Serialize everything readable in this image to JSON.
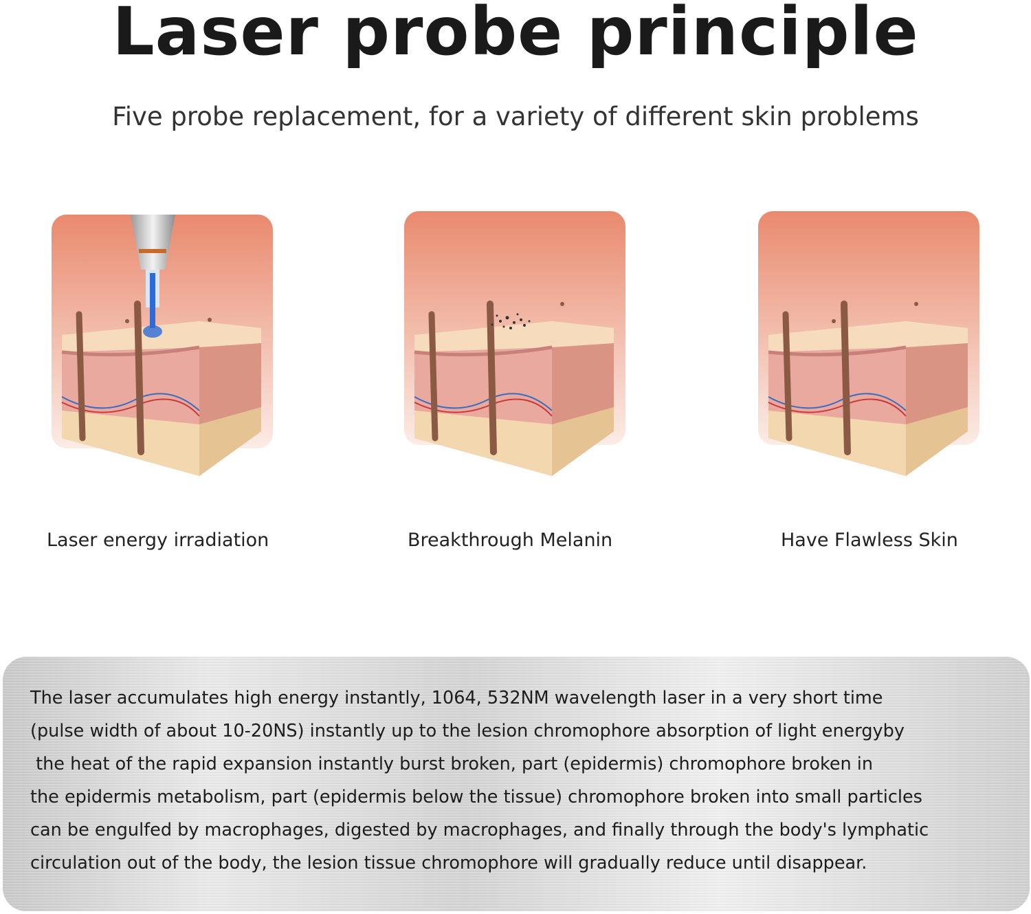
{
  "header": {
    "title": "Laser probe principle",
    "subtitle": "Five probe replacement, for a variety of different skin problems"
  },
  "panels": [
    {
      "caption": "Laser energy irradiation",
      "icon": "skin-cross-section-with-laser-probe"
    },
    {
      "caption": "Breakthrough Melanin",
      "icon": "skin-cross-section-melanin-burst"
    },
    {
      "caption": "Have Flawless Skin",
      "icon": "skin-cross-section-clear"
    }
  ],
  "description": {
    "text": "The laser accumulates high energy instantly, 1064, 532NM wavelength laser in a very short time\n(pulse width of about 10-20NS) instantly up to the lesion chromophore absorption of light energyby\n the heat of the rapid expansion instantly burst broken, part (epidermis) chromophore broken in\nthe epidermis metabolism, part (epidermis below the tissue) chromophore broken into small particles\ncan be engulfed by macrophages, digested by macrophages, and finally through the body's lymphatic\ncirculation out of the body, the lesion tissue chromophore will gradually reduce until disappear."
  },
  "colors": {
    "panel_top": "#e98a6e",
    "panel_bottom": "#fbe9e3",
    "skin_top": "#f6dcbc",
    "dermis": "#eaa99e",
    "fat": "#f3d7ae",
    "hair": "#8a5a44",
    "laser_blue": "#2f6bd8"
  }
}
